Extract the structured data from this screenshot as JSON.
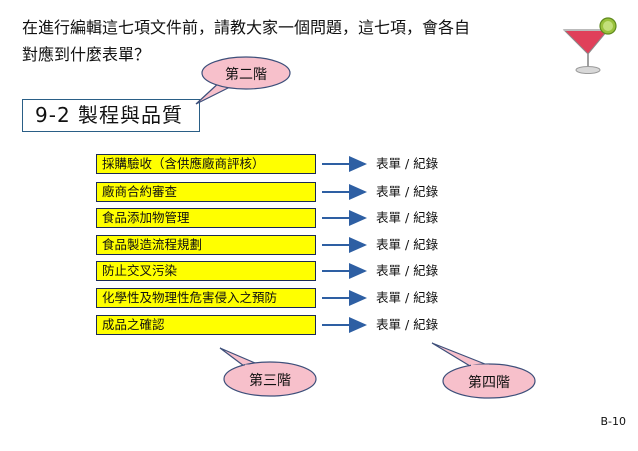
{
  "intro": {
    "line1": "在進行編輯這七項文件前，請教大家一個問題，這七項，會各自",
    "line2": "對應到什麼表單？"
  },
  "section_title": "9-2  製程與品質",
  "callouts": {
    "second_tier": "第二階",
    "third_tier": "第三階",
    "fourth_tier": "第四階"
  },
  "items": [
    {
      "label": "採購驗收（含供應廠商評核）",
      "output": "表單 / 紀錄"
    },
    {
      "label": "廠商合約審查",
      "output": "表單 / 紀錄"
    },
    {
      "label": "食品添加物管理",
      "output": "表單 / 紀錄"
    },
    {
      "label": "食品製造流程規劃",
      "output": "表單 / 紀錄"
    },
    {
      "label": "防止交叉污染",
      "output": "表單 / 紀錄"
    },
    {
      "label": "化學性及物理性危害侵入之預防",
      "output": "表單 / 紀錄"
    },
    {
      "label": "成品之確認",
      "output": "表單 / 紀錄"
    }
  ],
  "page_number": "B-10",
  "colors": {
    "item_fill": "#ffff00",
    "callout_fill": "#f7c0cb",
    "arrow": "#2e5fa3",
    "title_border": "#2a5e86"
  }
}
